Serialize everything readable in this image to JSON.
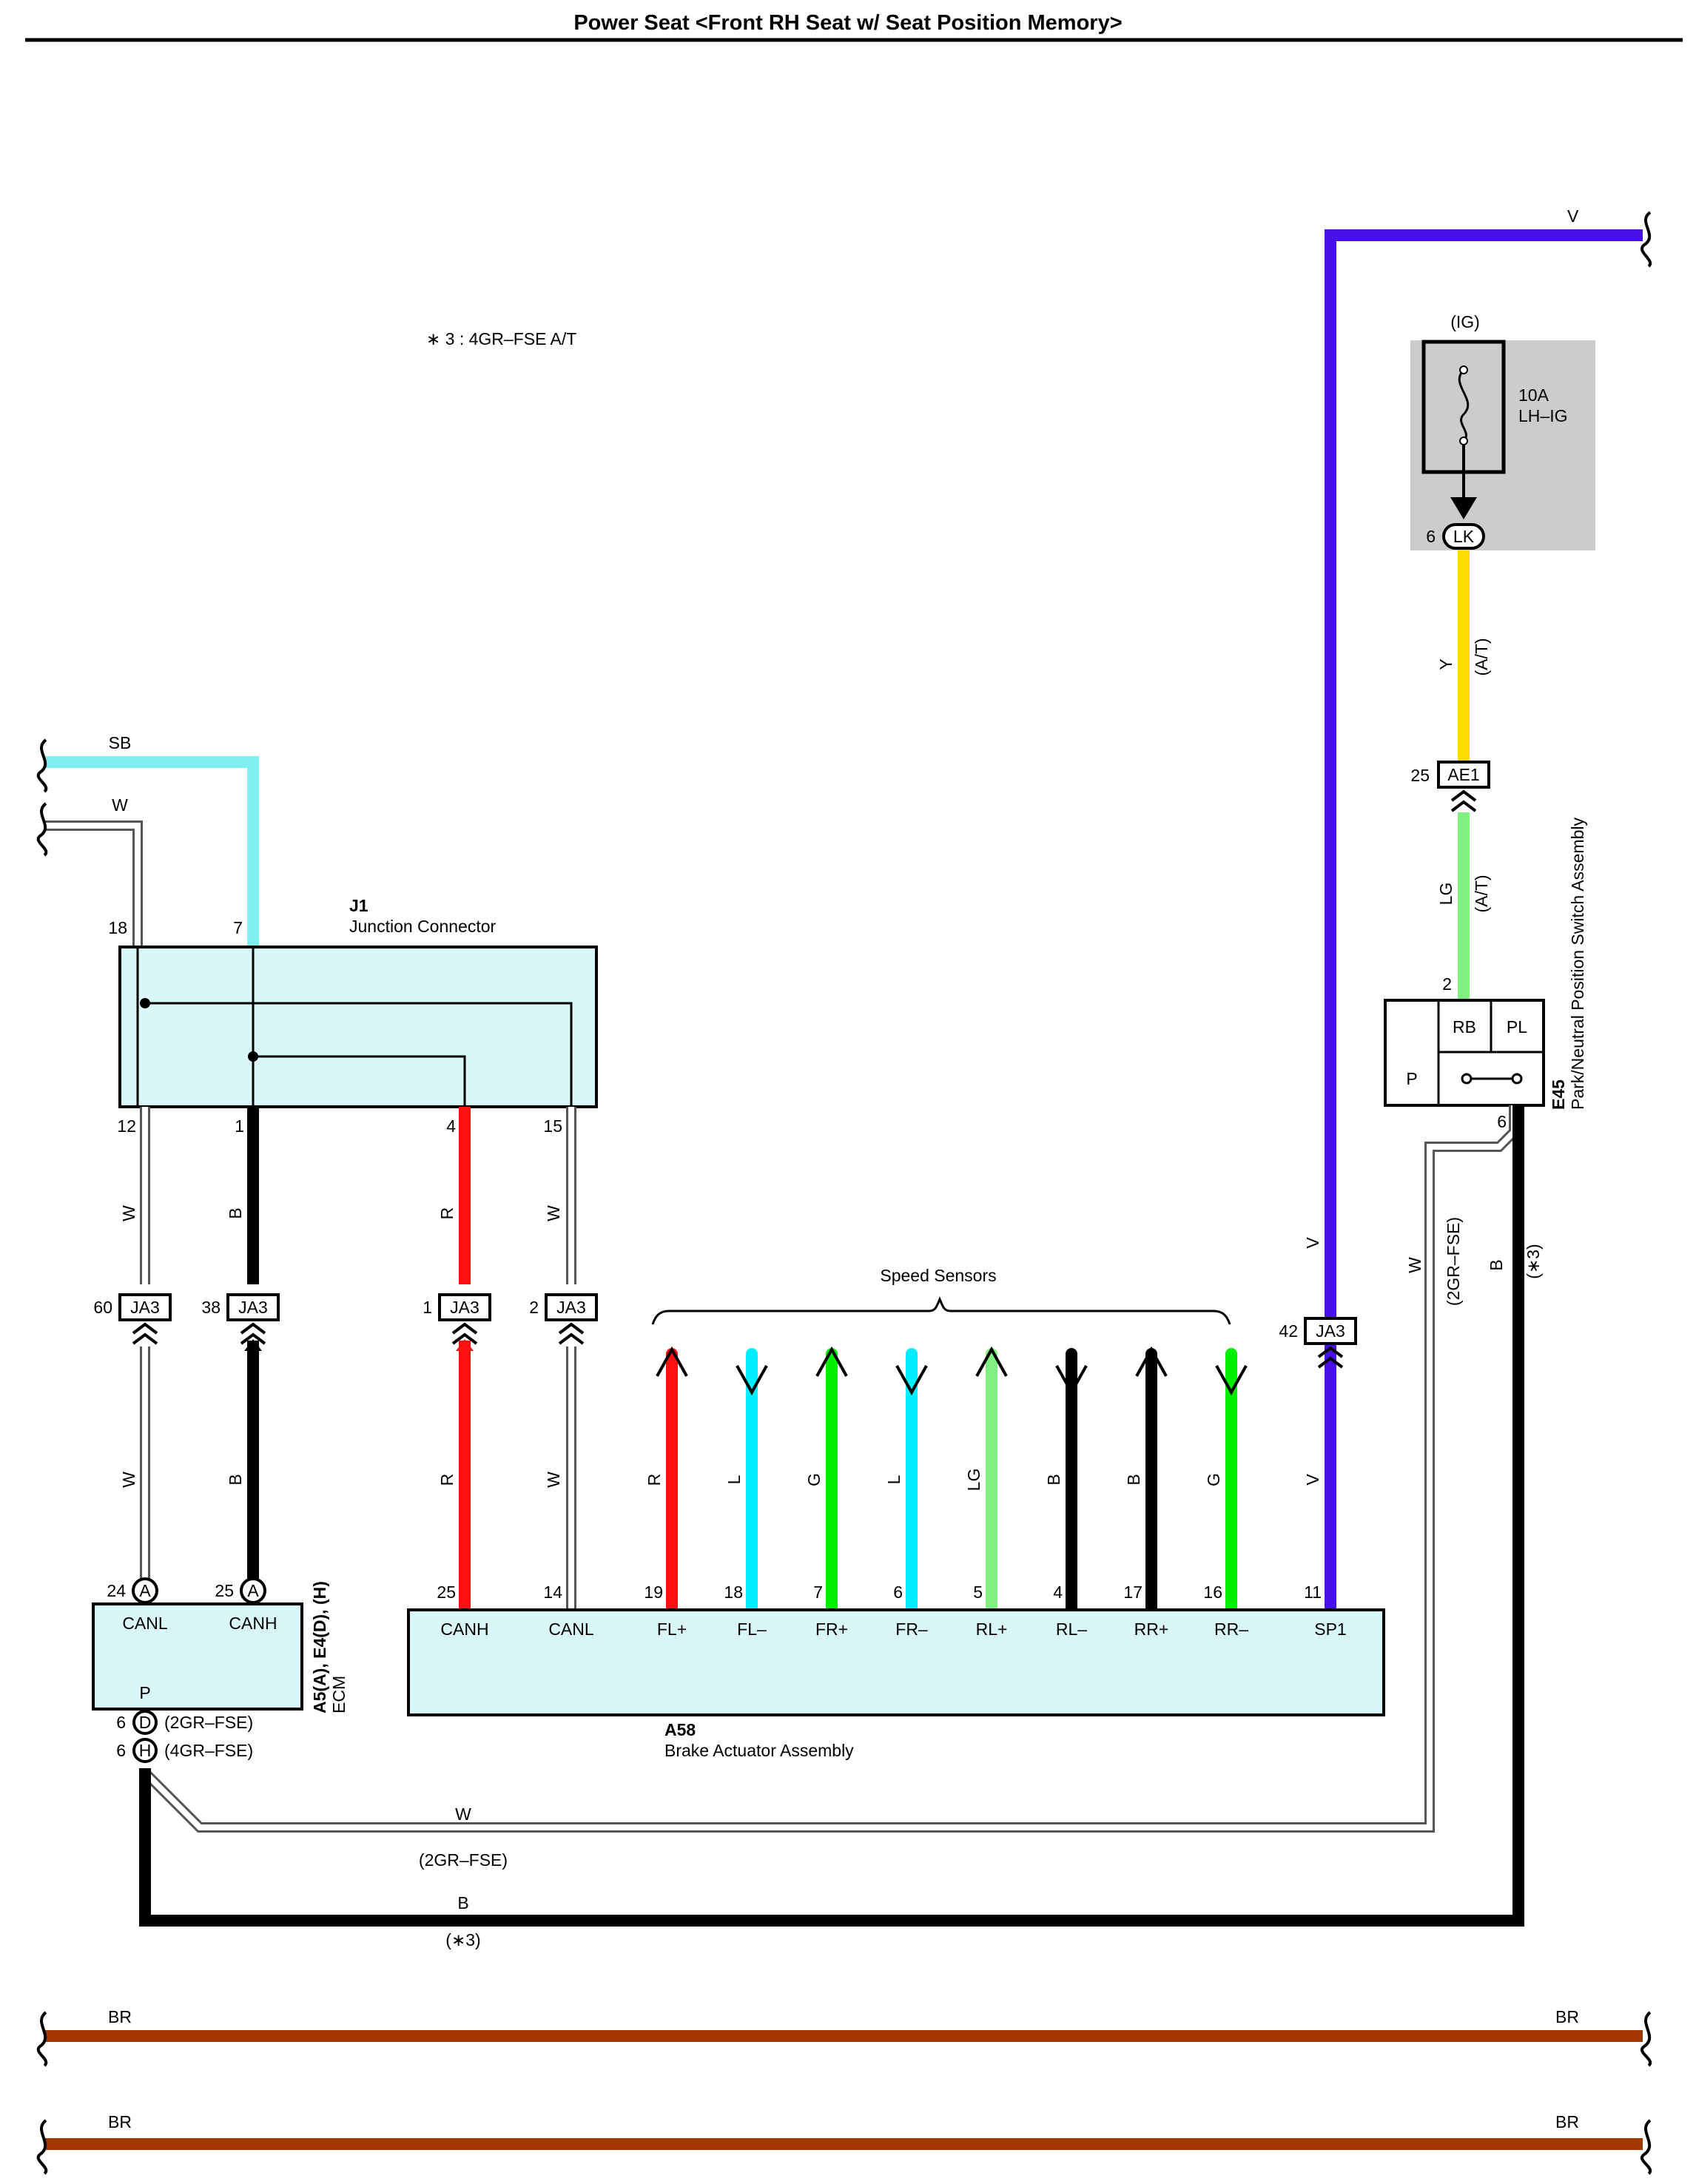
{
  "title": "Power Seat <Front RH Seat w/ Seat Position Memory>",
  "note": "∗ 3 : 4GR–FSE A/T",
  "colors": {
    "V": "#4a10e8",
    "Y": "#ffdd00",
    "LG": "#80f080",
    "SB": "#80f0f0",
    "W": "#ffffff",
    "B": "#000000",
    "R": "#ff1010",
    "L": "#00eeff",
    "G": "#00ee00",
    "BR": "#a03800",
    "fuse_bg": "#cccccc",
    "box": "#d9f7f7"
  },
  "fuse": {
    "header": "(IG)",
    "rating": "10A",
    "name": "LH–IG",
    "pin": "6",
    "connector": "LK"
  },
  "wires": {
    "v_top": "V",
    "y": "Y",
    "y_note": "(A/T)",
    "lg": "LG",
    "lg_note": "(A/T)",
    "sb": "SB",
    "w_in": "W",
    "j1_out": [
      "W",
      "B",
      "R",
      "W"
    ],
    "ecm_in": [
      "W",
      "B",
      "R",
      "W"
    ],
    "v_mid": "V",
    "v_low": "V",
    "e45_w": "W",
    "e45_w_note": "(2GR–FSE)",
    "e45_b": "B",
    "e45_b_note": "(∗3)",
    "bottom_w": "W",
    "bottom_w_note": "(2GR–FSE)",
    "bottom_b": "B",
    "bottom_b_note": "(∗3)",
    "br1_left": "BR",
    "br1_right": "BR",
    "br2_left": "BR",
    "br2_right": "BR"
  },
  "ae1": {
    "pin": "25",
    "label": "AE1"
  },
  "e45": {
    "code": "E45",
    "name": "Park/Neutral Position Switch Assembly",
    "pin_top": "2",
    "pin_bottom": "6",
    "cells": [
      "RB",
      "PL",
      "P"
    ]
  },
  "j1": {
    "code": "J1",
    "name": "Junction Connector",
    "top_pins": [
      "18",
      "7"
    ],
    "bottom_pins": [
      "12",
      "1",
      "4",
      "15"
    ]
  },
  "ja3": [
    {
      "pin": "60",
      "label": "JA3"
    },
    {
      "pin": "38",
      "label": "JA3"
    },
    {
      "pin": "1",
      "label": "JA3"
    },
    {
      "pin": "2",
      "label": "JA3"
    },
    {
      "pin": "42",
      "label": "JA3"
    }
  ],
  "ecm": {
    "code": "A5(A), E4(D), (H)",
    "name": "ECM",
    "pins": [
      {
        "num": "24",
        "conn": "A",
        "label": "CANL"
      },
      {
        "num": "25",
        "conn": "A",
        "label": "CANH"
      }
    ],
    "p_label": "P",
    "p_pins": [
      {
        "num": "6",
        "conn": "D",
        "note": "(2GR–FSE)"
      },
      {
        "num": "6",
        "conn": "H",
        "note": "(4GR–FSE)"
      }
    ]
  },
  "speed_sensors": {
    "label": "Speed Sensors",
    "wires": [
      {
        "color": "R",
        "dir": "up"
      },
      {
        "color": "L",
        "dir": "down"
      },
      {
        "color": "G",
        "dir": "up"
      },
      {
        "color": "L",
        "dir": "down"
      },
      {
        "color": "LG",
        "dir": "up"
      },
      {
        "color": "B",
        "dir": "down"
      },
      {
        "color": "B",
        "dir": "up"
      },
      {
        "color": "G",
        "dir": "down"
      }
    ]
  },
  "a58": {
    "code": "A58",
    "name": "Brake Actuator Assembly",
    "pins": [
      {
        "num": "25",
        "label": "CANH"
      },
      {
        "num": "14",
        "label": "CANL"
      },
      {
        "num": "19",
        "label": "FL+"
      },
      {
        "num": "18",
        "label": "FL–"
      },
      {
        "num": "7",
        "label": "FR+"
      },
      {
        "num": "6",
        "label": "FR–"
      },
      {
        "num": "5",
        "label": "RL+"
      },
      {
        "num": "4",
        "label": "RL–"
      },
      {
        "num": "17",
        "label": "RR+"
      },
      {
        "num": "16",
        "label": "RR–"
      },
      {
        "num": "11",
        "label": "SP1"
      }
    ]
  }
}
